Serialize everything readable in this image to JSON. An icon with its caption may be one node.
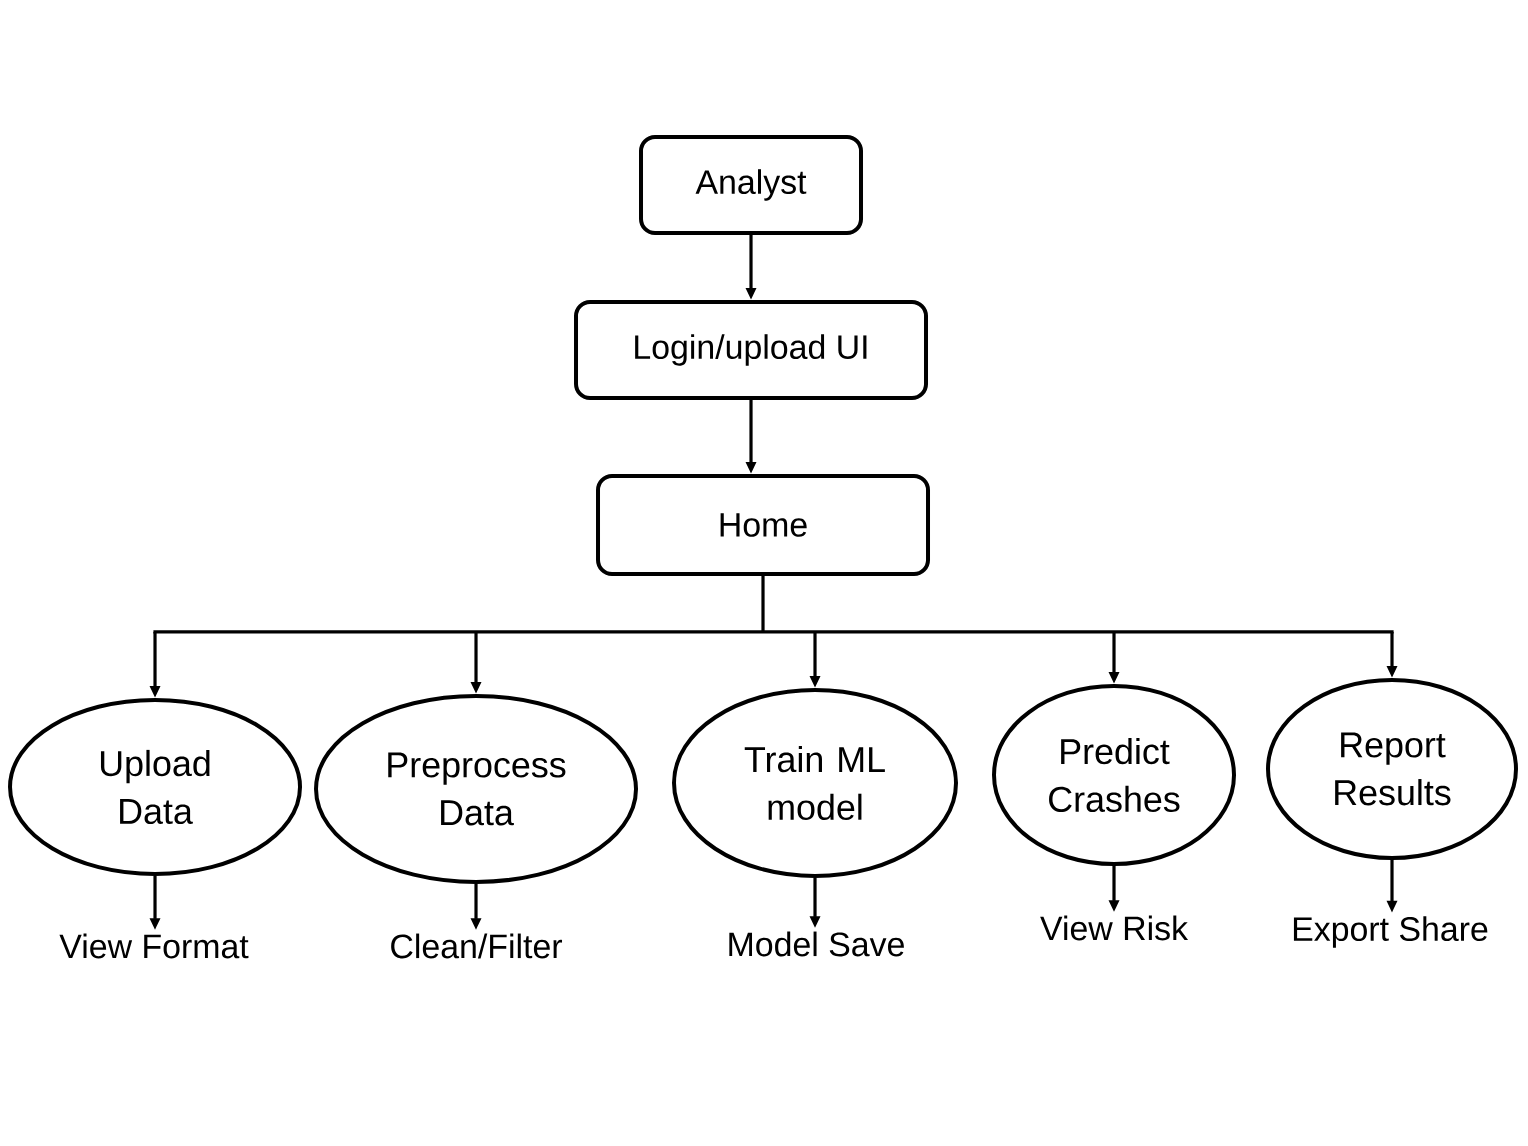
{
  "diagram": {
    "nodes": [
      {
        "text": [
          "Analyst"
        ]
      },
      {
        "text": [
          "Login/upload UI"
        ]
      },
      {
        "text": [
          "Home"
        ]
      },
      {
        "text": [
          "Upload Data"
        ]
      },
      {
        "text": [
          "Preprocess Data"
        ]
      },
      {
        "text": [
          "Train ML model"
        ]
      },
      {
        "text": [
          "Predict Crashes"
        ]
      },
      {
        "text": [
          "Report Results"
        ]
      },
      {
        "text": [
          "View Format"
        ]
      },
      {
        "text": [
          "Clean/Filter"
        ]
      },
      {
        "text": [
          "Model Save"
        ]
      },
      {
        "text": [
          "View Risk"
        ]
      },
      {
        "text": [
          "Export Share"
        ]
      }
    ],
    "edges": [
      {
        "from": 0,
        "to": 1,
        "arrow": "to"
      },
      {
        "from": 1,
        "to": 2,
        "arrow": "to"
      },
      {
        "from": 2,
        "to": 3,
        "arrow": "to"
      },
      {
        "from": 2,
        "to": 4,
        "arrow": "to"
      },
      {
        "from": 2,
        "to": 5,
        "arrow": "to"
      },
      {
        "from": 2,
        "to": 6,
        "arrow": "to"
      },
      {
        "from": 2,
        "to": 7,
        "arrow": "to"
      },
      {
        "from": 3,
        "to": 8,
        "arrow": "to"
      },
      {
        "from": 4,
        "to": 9,
        "arrow": "to"
      },
      {
        "from": 5,
        "to": 10,
        "arrow": "to"
      },
      {
        "from": 6,
        "to": 11,
        "arrow": "to"
      },
      {
        "from": 7,
        "to": 12,
        "arrow": "to"
      }
    ]
  }
}
